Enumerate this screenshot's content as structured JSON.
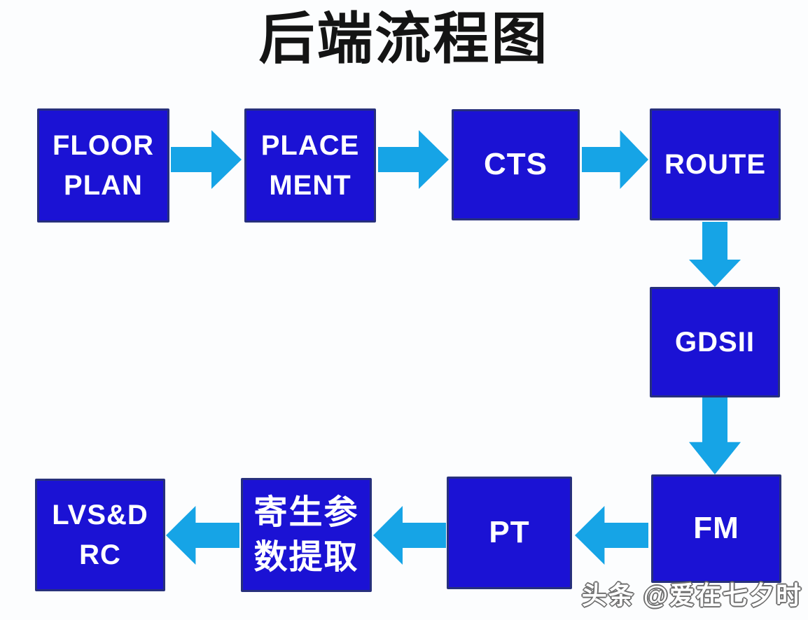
{
  "title": "后端流程图",
  "watermark": "头条 @爱在七夕时",
  "colors": {
    "background": "#fcfdfe",
    "title_text": "#141414",
    "box_fill": "#1b12d4",
    "box_border": "#27307c",
    "box_text": "#ffffff",
    "arrow": "#16a4e6",
    "watermark_text": "#ffffff"
  },
  "nodes": {
    "floorplan": {
      "label": "FLOOR PLAN",
      "lines": [
        "FLOOR",
        "PLAN"
      ]
    },
    "placement": {
      "label": "PLACEMENT",
      "lines": [
        "PLACE",
        "MENT"
      ]
    },
    "cts": {
      "label": "CTS",
      "lines": [
        "CTS"
      ]
    },
    "route": {
      "label": "ROUTE",
      "lines": [
        "ROUTE"
      ]
    },
    "gdsii": {
      "label": "GDSII",
      "lines": [
        "GDSII"
      ]
    },
    "fm": {
      "label": "FM",
      "lines": [
        "FM"
      ]
    },
    "pt": {
      "label": "PT",
      "lines": [
        "PT"
      ]
    },
    "parasitic_extraction": {
      "label": "寄生参数提取",
      "lines": [
        "寄生参",
        "数提取"
      ]
    },
    "lvs_drc": {
      "label": "LVS&DRC",
      "lines": [
        "LVS&D",
        "RC"
      ]
    }
  },
  "flow": {
    "edges": [
      {
        "from": "FLOOR PLAN",
        "to": "PLACEMENT",
        "direction": "right"
      },
      {
        "from": "PLACEMENT",
        "to": "CTS",
        "direction": "right"
      },
      {
        "from": "CTS",
        "to": "ROUTE",
        "direction": "right"
      },
      {
        "from": "ROUTE",
        "to": "GDSII",
        "direction": "down"
      },
      {
        "from": "GDSII",
        "to": "FM",
        "direction": "down"
      },
      {
        "from": "FM",
        "to": "PT",
        "direction": "left"
      },
      {
        "from": "PT",
        "to": "寄生参数提取",
        "direction": "left"
      },
      {
        "from": "寄生参数提取",
        "to": "LVS&DRC",
        "direction": "left"
      }
    ]
  }
}
